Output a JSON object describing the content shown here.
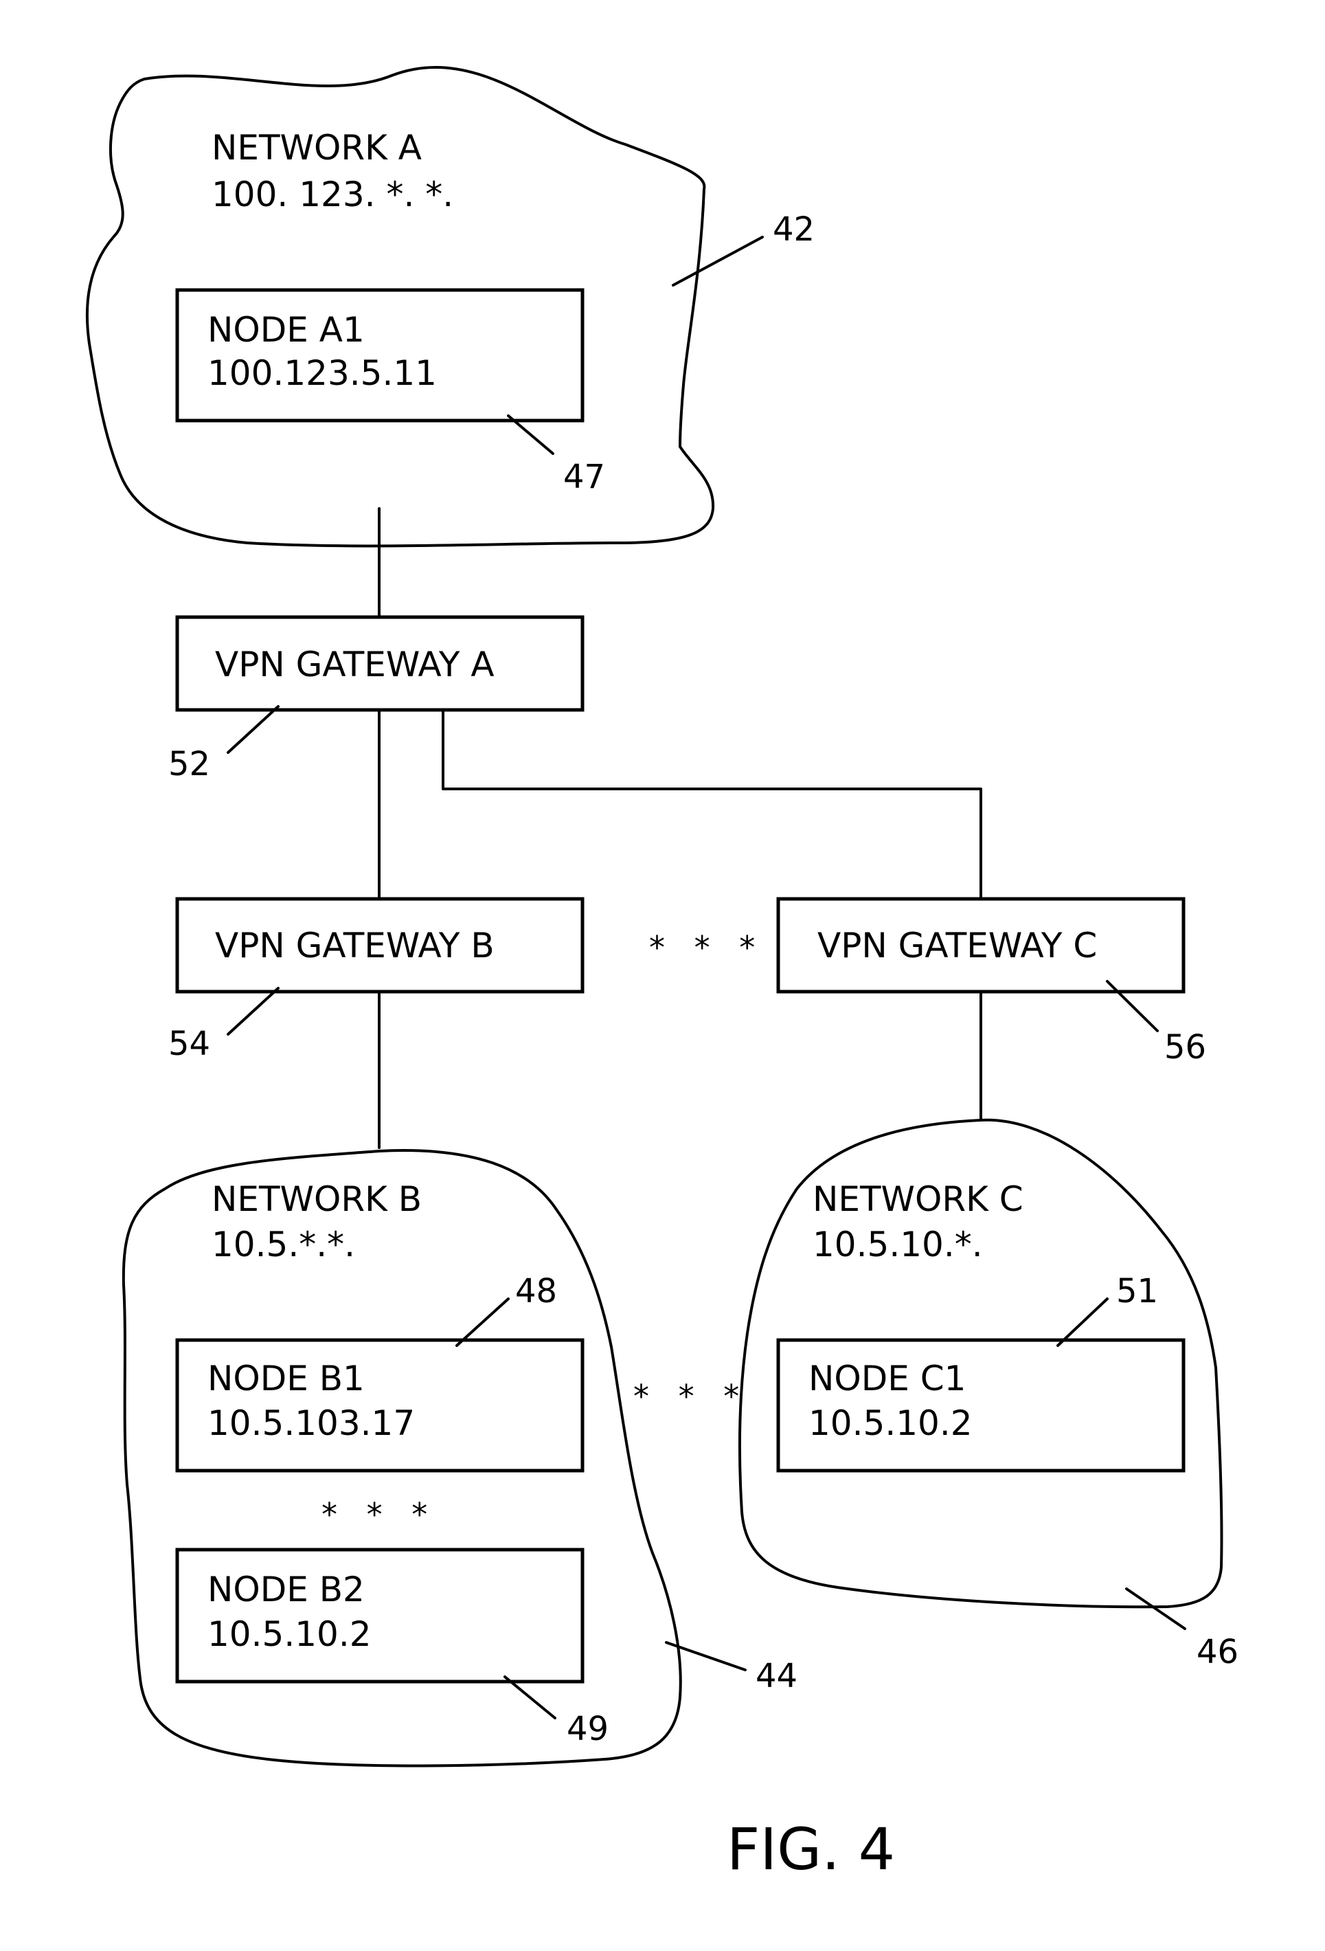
{
  "network_a": {
    "name": "NETWORK A",
    "address": "100. 123. *. *.",
    "ref": "42"
  },
  "node_a1": {
    "name": "NODE A1",
    "address": "100.123.5.11",
    "ref": "47"
  },
  "gateway_a": {
    "name": "VPN GATEWAY A",
    "ref": "52"
  },
  "gateway_b": {
    "name": "VPN GATEWAY B",
    "ref": "54"
  },
  "gateway_c": {
    "name": "VPN GATEWAY C",
    "ref": "56"
  },
  "network_b": {
    "name": "NETWORK B",
    "address": "10.5.*.*.",
    "ref": "44"
  },
  "node_b1": {
    "name": "NODE B1",
    "address": "10.5.103.17",
    "ref": "48"
  },
  "node_b2": {
    "name": "NODE B2",
    "address": "10.5.10.2",
    "ref": "49"
  },
  "network_c": {
    "name": "NETWORK C",
    "address": "10.5.10.*.",
    "ref": "46"
  },
  "node_c1": {
    "name": "NODE C1",
    "address": "10.5.10.2",
    "ref": "51"
  },
  "ellipsis": {
    "gateways": "* * *",
    "networks": "* * *",
    "nodes": "* * *"
  },
  "figure_label": "FIG. 4"
}
